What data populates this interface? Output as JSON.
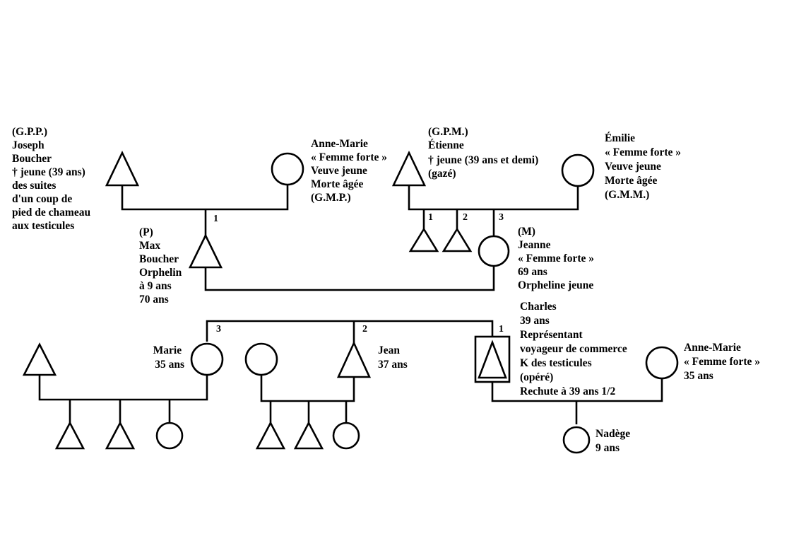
{
  "gen1": {
    "joseph": [
      "(G.P.P.)",
      "Joseph",
      "Boucher",
      "† jeune (39 ans)",
      "des suites",
      "d'un coup de",
      "pied de chameau",
      "aux testicules"
    ],
    "annemarie_gmp": [
      "Anne-Marie",
      "« Femme forte »",
      "Veuve jeune",
      "Morte âgée",
      "(G.M.P.)"
    ],
    "etienne": [
      "(G.P.M.)",
      "Étienne",
      "† jeune (39 ans et demi)",
      "(gazé)"
    ],
    "emilie": [
      "Émilie",
      "« Femme forte »",
      "Veuve jeune",
      "Morte âgée",
      "(G.M.M.)"
    ]
  },
  "gen2": {
    "max": [
      "(P)",
      "Max",
      "Boucher",
      "Orphelin",
      "à 9 ans",
      "70 ans"
    ],
    "jeanne": [
      "(M)",
      "Jeanne",
      "« Femme forte »",
      "69 ans",
      "Orpheline jeune"
    ]
  },
  "gen3": {
    "charles": [
      "Charles",
      "39 ans",
      "Représentant",
      "voyageur de commerce",
      "K des testicules",
      "(opéré)",
      "Rechute à 39 ans 1/2"
    ],
    "annemarie_wife": [
      "Anne-Marie",
      "« Femme forte »",
      "35 ans"
    ],
    "marie": [
      "Marie",
      "35 ans"
    ],
    "jean": [
      "Jean",
      "37 ans"
    ]
  },
  "gen4": {
    "nadege": [
      "Nadège",
      "9 ans"
    ]
  },
  "birth_order": {
    "max": "1",
    "etienne_children": [
      "1",
      "2",
      "3"
    ],
    "charles": "1",
    "jean": "2",
    "marie": "3"
  }
}
